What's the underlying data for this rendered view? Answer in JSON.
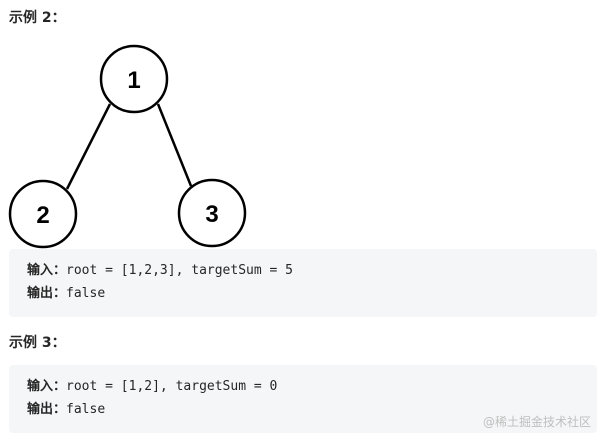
{
  "example2": {
    "heading": "示例 2：",
    "tree": {
      "nodes": [
        {
          "label": "1"
        },
        {
          "label": "2"
        },
        {
          "label": "3"
        }
      ]
    },
    "input_label": "输入：",
    "input_value": "root = [1,2,3], targetSum = 5",
    "output_label": "输出：",
    "output_value": "false"
  },
  "example3": {
    "heading": "示例 3：",
    "input_label": "输入：",
    "input_value": "root = [1,2], targetSum = 0",
    "output_label": "输出：",
    "output_value": "false"
  },
  "watermark": "@稀土掘金技术社区"
}
